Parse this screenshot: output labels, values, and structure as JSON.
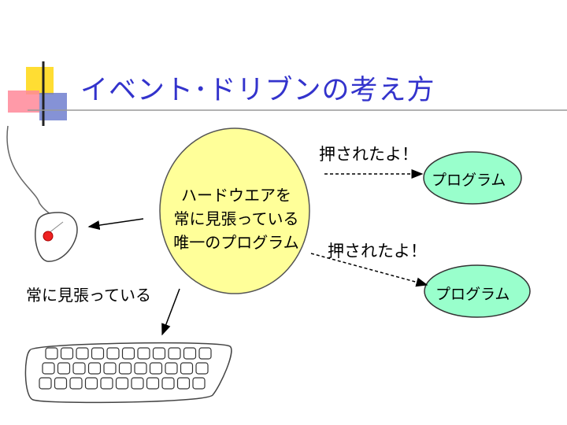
{
  "slide": {
    "title": "イベント･ドリブンの考え方"
  },
  "hardware_watcher": {
    "lines": [
      "ハードウエアを",
      "常に見張っている",
      "唯一のプログラム"
    ]
  },
  "events": [
    {
      "label": "押されたよ！",
      "target": "プログラム"
    },
    {
      "label": "押されたよ！",
      "target": "プログラム"
    }
  ],
  "keyboard_label": "常に見張っている",
  "colors": {
    "title": "#3333cc",
    "watcher_fill": "#ffff99",
    "program_fill": "#99ffcc",
    "accent_yellow": "#ffdd33",
    "accent_red": "#ff6677",
    "accent_blue": "#5566bb"
  }
}
